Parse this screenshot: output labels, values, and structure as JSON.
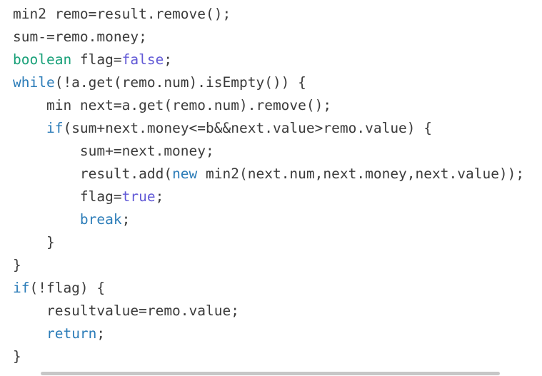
{
  "colors": {
    "text": "#3b3b3b",
    "keyword": "#2b7cb8",
    "type": "#17a078",
    "literal": "#6159d6",
    "scrollbar": "#c7c7c7",
    "bg": "#ffffff"
  },
  "code": {
    "language": "java",
    "lines": [
      [
        {
          "t": "min2 remo=result.remove();",
          "c": "plain"
        }
      ],
      [
        {
          "t": "sum-=remo.money;",
          "c": "plain"
        }
      ],
      [
        {
          "t": "boolean",
          "c": "type"
        },
        {
          "t": " flag=",
          "c": "plain"
        },
        {
          "t": "false",
          "c": "literal"
        },
        {
          "t": ";",
          "c": "plain"
        }
      ],
      [
        {
          "t": "while",
          "c": "keyword"
        },
        {
          "t": "(!a.get(remo.num).isEmpty()) {",
          "c": "plain"
        }
      ],
      [
        {
          "t": "    min next=a.get(remo.num).remove();",
          "c": "plain"
        }
      ],
      [
        {
          "t": "    ",
          "c": "plain"
        },
        {
          "t": "if",
          "c": "keyword"
        },
        {
          "t": "(sum+next.money<=b&&next.value>remo.value) {",
          "c": "plain"
        }
      ],
      [
        {
          "t": "        sum+=next.money;",
          "c": "plain"
        }
      ],
      [
        {
          "t": "        result.add(",
          "c": "plain"
        },
        {
          "t": "new",
          "c": "keyword"
        },
        {
          "t": " min2(next.num,next.money,next.value));",
          "c": "plain"
        }
      ],
      [
        {
          "t": "        flag=",
          "c": "plain"
        },
        {
          "t": "true",
          "c": "literal"
        },
        {
          "t": ";",
          "c": "plain"
        }
      ],
      [
        {
          "t": "        ",
          "c": "plain"
        },
        {
          "t": "break",
          "c": "keyword"
        },
        {
          "t": ";",
          "c": "plain"
        }
      ],
      [
        {
          "t": "    }",
          "c": "plain"
        }
      ],
      [
        {
          "t": "}",
          "c": "plain"
        }
      ],
      [
        {
          "t": "if",
          "c": "keyword"
        },
        {
          "t": "(!flag) {",
          "c": "plain"
        }
      ],
      [
        {
          "t": "    resultvalue=remo.value;",
          "c": "plain"
        }
      ],
      [
        {
          "t": "    ",
          "c": "plain"
        },
        {
          "t": "return",
          "c": "keyword"
        },
        {
          "t": ";",
          "c": "plain"
        }
      ],
      [
        {
          "t": "}",
          "c": "plain"
        }
      ]
    ]
  },
  "scrollbar": {
    "orientation": "horizontal",
    "visible": true
  }
}
